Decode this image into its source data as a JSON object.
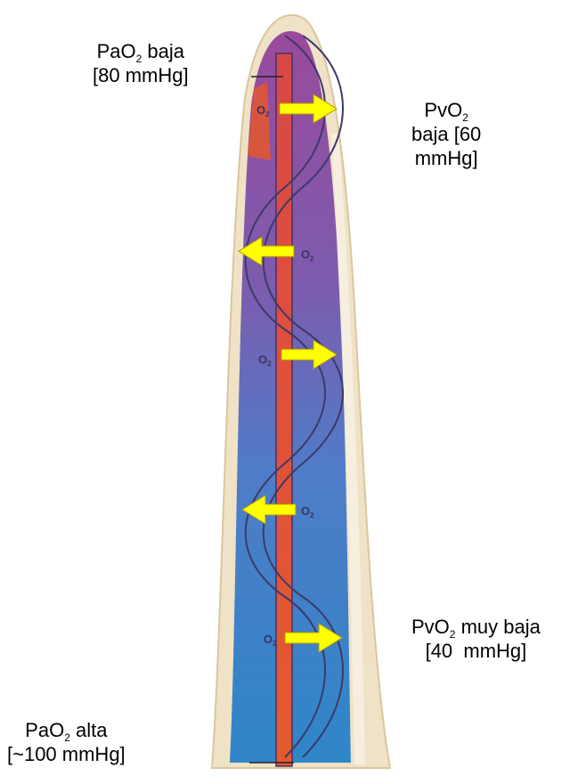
{
  "labels": {
    "pao2_low": {
      "prefix": "PaO",
      "sub": "2",
      "suffix": " baja",
      "line2": "[80 mmHg]"
    },
    "pvo2_low": {
      "prefix": "PvO",
      "sub": "2",
      "line2": "baja [60",
      "line3": "mmHg]"
    },
    "pvo2_vlow": {
      "prefix": "PvO",
      "sub": "2",
      "suffix": " muy baja",
      "line2": "[40  mmHg]"
    },
    "pao2_high": {
      "prefix": "PaO",
      "sub": "2",
      "suffix": " alta",
      "line2": "[~100 mmHg]"
    }
  },
  "o2_label": "O",
  "o2_sub": "2",
  "arrows": [
    {
      "direction": "right"
    },
    {
      "direction": "left"
    },
    {
      "direction": "right"
    },
    {
      "direction": "left"
    },
    {
      "direction": "right"
    }
  ],
  "colors": {
    "top": "#8a4fa0",
    "bottom": "#2f7fc6",
    "artery": "#e04a2a",
    "arrow": "#ffff00",
    "rim": "#f3e6c8"
  }
}
